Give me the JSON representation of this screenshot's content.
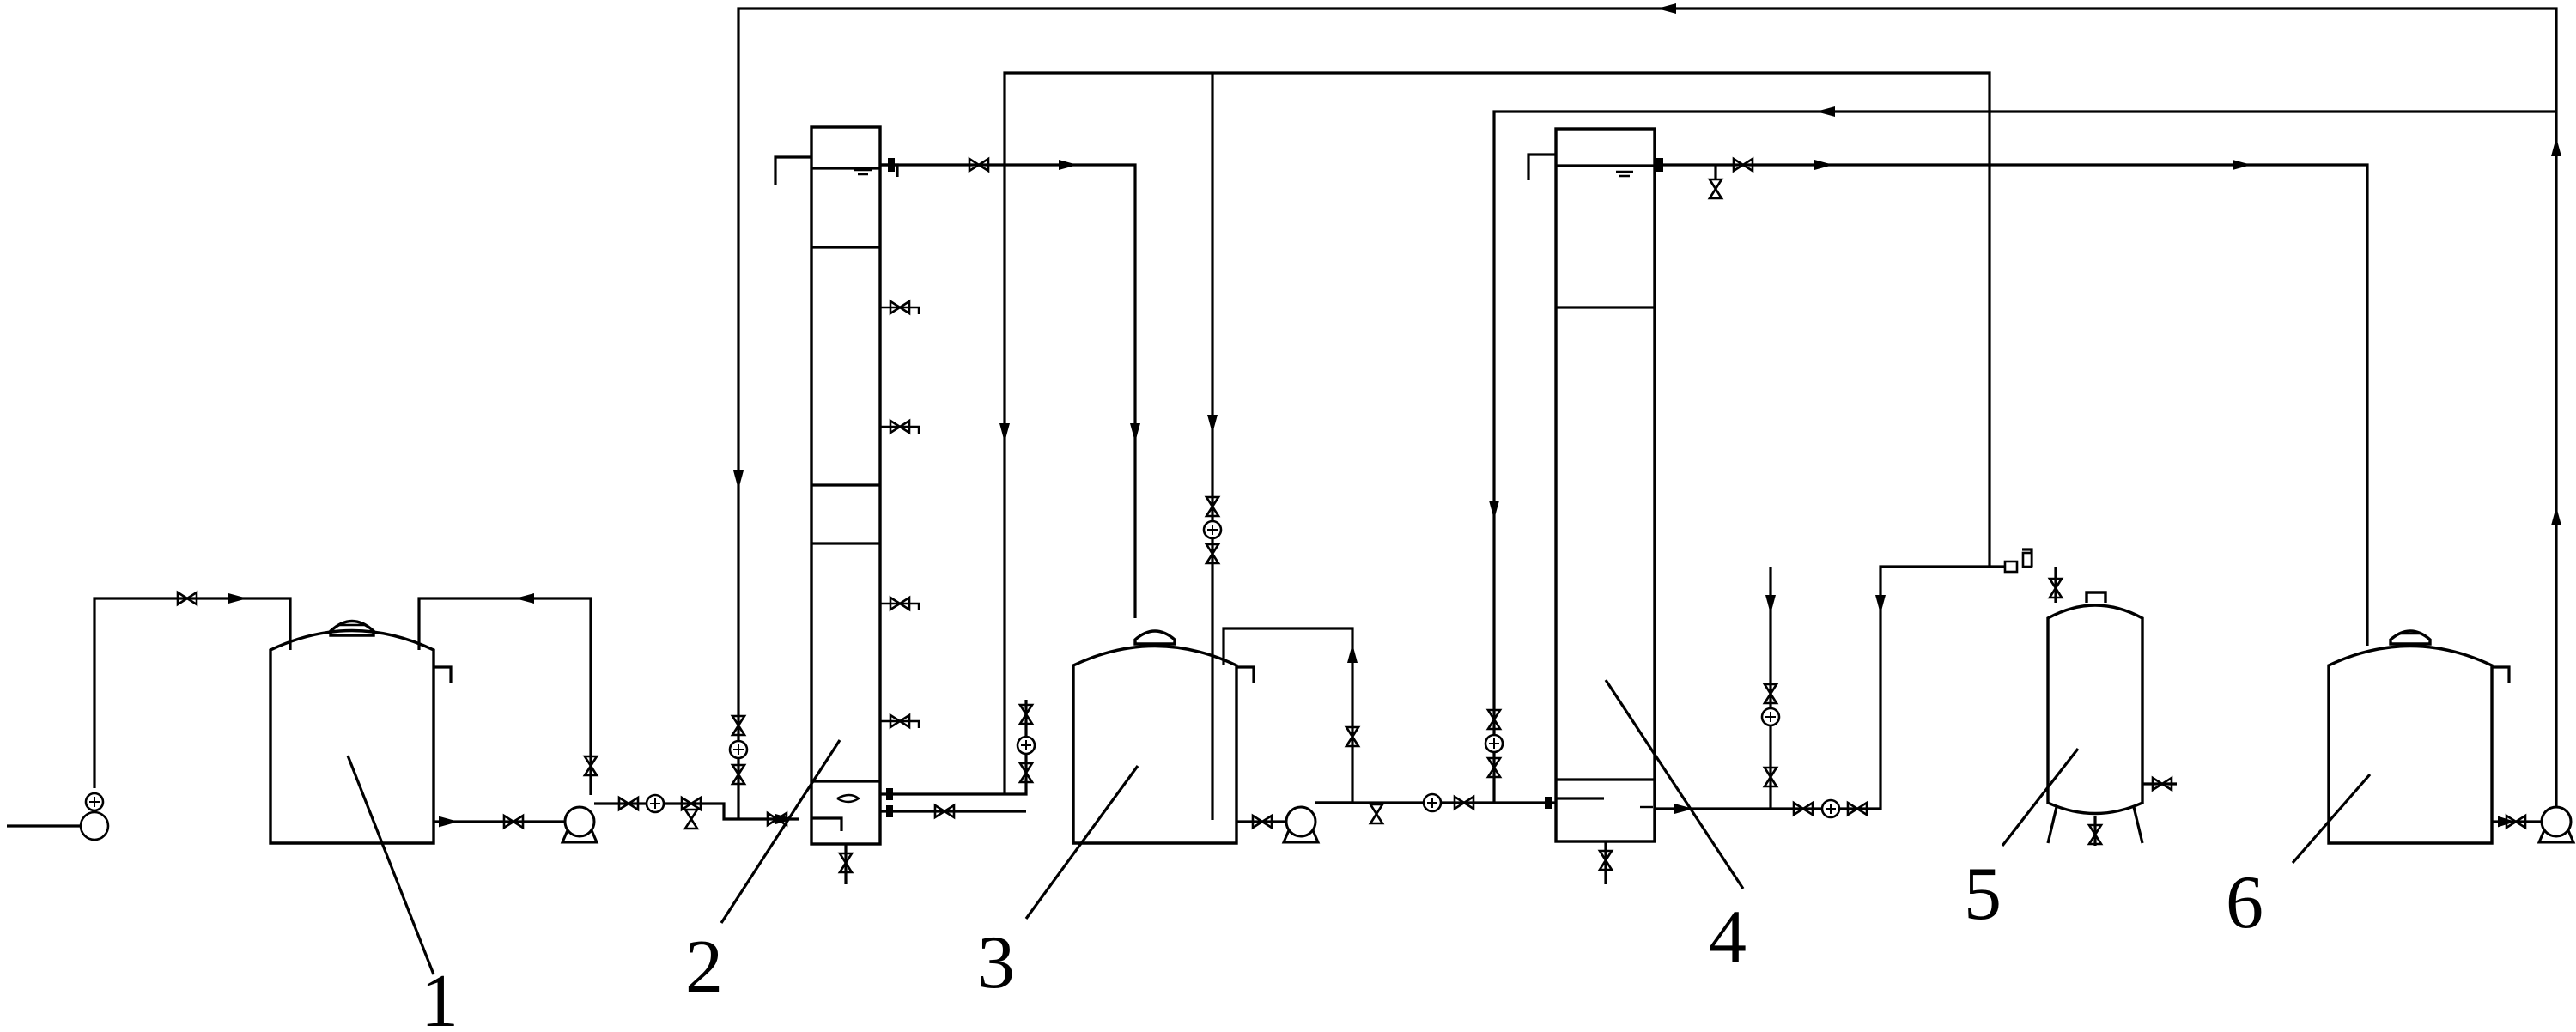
{
  "labels": {
    "equipment_1": "1",
    "equipment_2": "2",
    "equipment_3": "3",
    "equipment_4": "4",
    "equipment_5": "5",
    "equipment_6": "6"
  },
  "colors": {
    "line": "#000000",
    "background": "#ffffff"
  }
}
